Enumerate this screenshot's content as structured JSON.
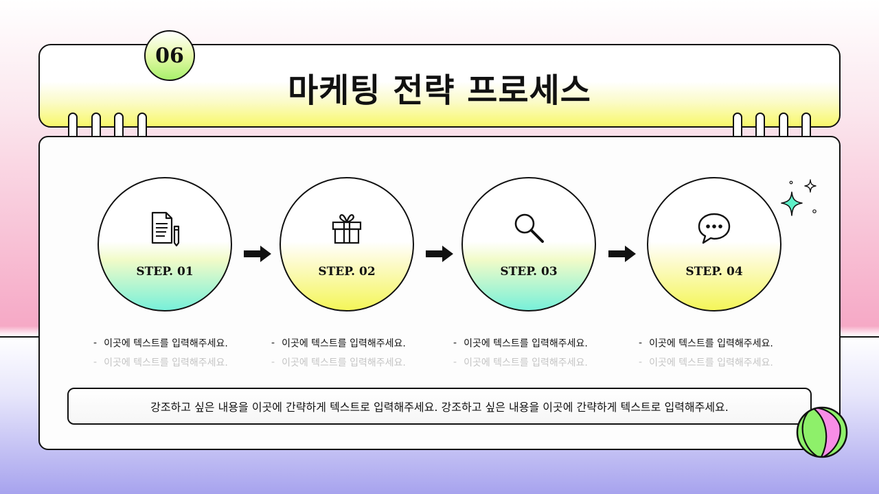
{
  "header": {
    "number_badge": "06",
    "title": "마케팅 전략 프로세스"
  },
  "steps": [
    {
      "label": "STEP. 01",
      "icon": "document-pencil-icon",
      "gradient": "mint",
      "lines": [
        "이곳에 텍스트를 입력해주세요.",
        "이곳에 텍스트를 입력해주세요."
      ]
    },
    {
      "label": "STEP. 02",
      "icon": "gift-icon",
      "gradient": "yellow",
      "lines": [
        "이곳에 텍스트를 입력해주세요.",
        "이곳에 텍스트를 입력해주세요."
      ]
    },
    {
      "label": "STEP. 03",
      "icon": "search-icon",
      "gradient": "mint",
      "lines": [
        "이곳에 텍스트를 입력해주세요.",
        "이곳에 텍스트를 입력해주세요."
      ]
    },
    {
      "label": "STEP. 04",
      "icon": "chat-bubble-icon",
      "gradient": "yellow",
      "lines": [
        "이곳에 텍스트를 입력해주세요.",
        "이곳에 텍스트를 입력해주세요."
      ]
    }
  ],
  "bullet": "-",
  "emphasis_text": "강조하고 싶은 내용을 이곳에 간략하게 텍스트로 입력해주세요. 강조하고 싶은 내용을 이곳에 간략하게 텍스트로 입력해주세요.",
  "colors": {
    "mint": "#78f0d9",
    "yellow": "#f4f659",
    "pink": "#f6a9c6",
    "lavender": "#a7a3ee",
    "green": "#a8f06c",
    "ball_pink": "#f78de6"
  }
}
